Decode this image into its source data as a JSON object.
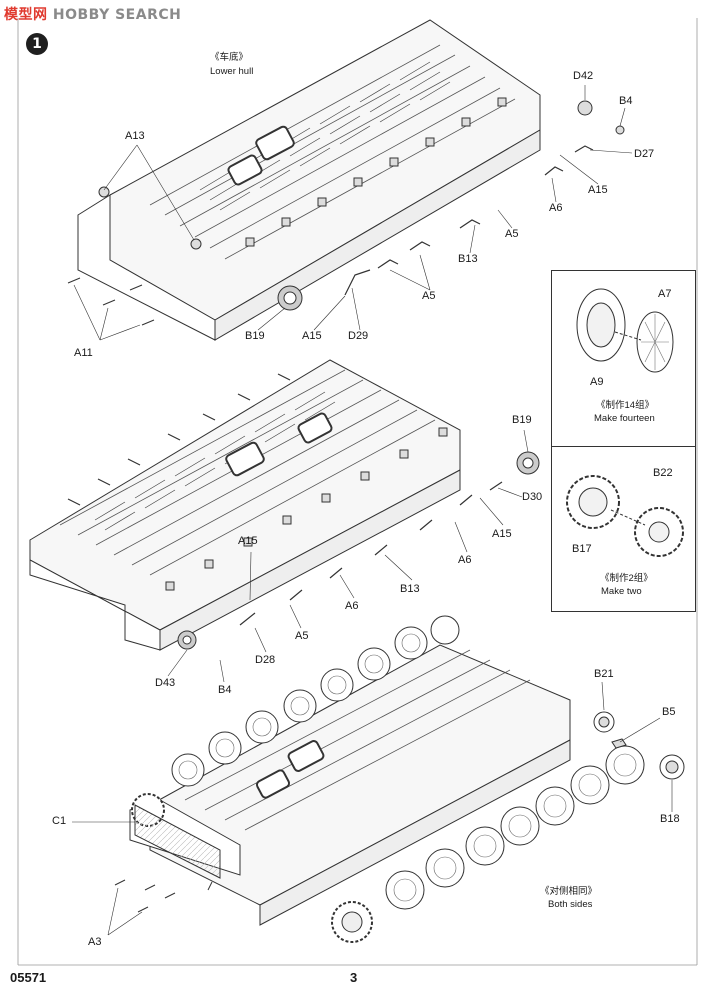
{
  "watermark": {
    "cn": "模型网",
    "en": "HOBBY SEARCH"
  },
  "step_number": "1",
  "assemblies": {
    "top": {
      "caption_cn": "《车底》",
      "caption_en": "Lower hull",
      "labels": [
        "A13",
        "D42",
        "B4",
        "D27",
        "A15",
        "A6",
        "A5",
        "B13",
        "A5",
        "D29",
        "A15",
        "B19",
        "A11"
      ]
    },
    "middle": {
      "labels": [
        "B19",
        "D30",
        "A15",
        "A6",
        "B13",
        "A6",
        "A15",
        "A5",
        "D28",
        "D43",
        "B4"
      ]
    },
    "bottom": {
      "labels": [
        "B21",
        "B5",
        "B18",
        "C1",
        "A3"
      ],
      "caption_cn": "《对侧相同》",
      "caption_en": "Both sides"
    }
  },
  "insets": [
    {
      "labels": [
        "A7",
        "A9"
      ],
      "caption_cn": "《制作14组》",
      "caption_en": "Make fourteen"
    },
    {
      "labels": [
        "B22",
        "B17"
      ],
      "caption_cn": "《制作2组》",
      "caption_en": "Make two"
    }
  ],
  "footer": {
    "code": "05571",
    "page": "3"
  }
}
